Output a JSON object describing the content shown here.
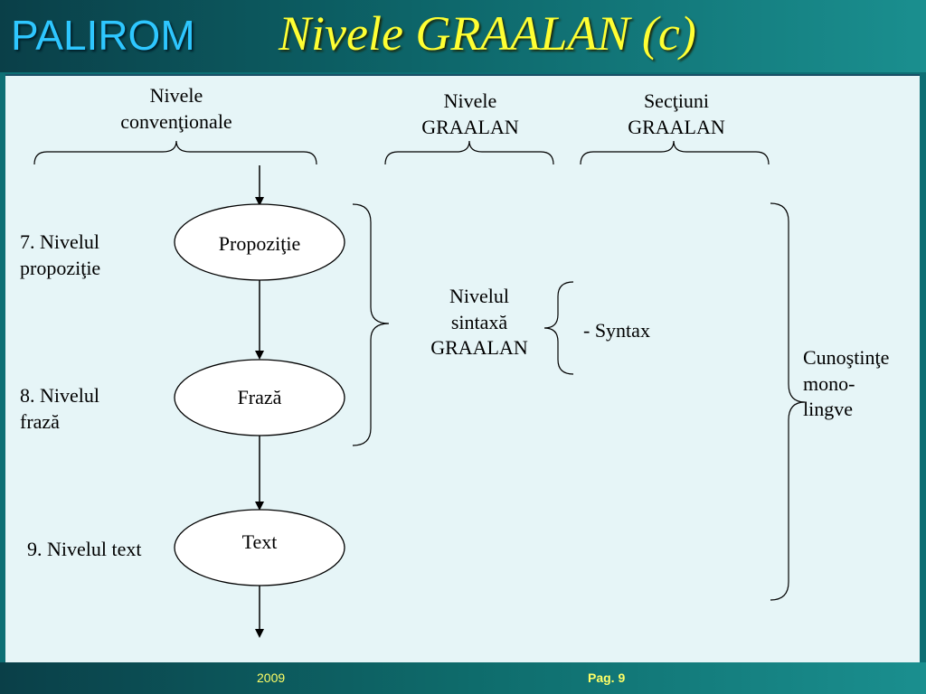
{
  "slide": {
    "brand": "PALIROM",
    "title": "Nivele GRAALAN (c)",
    "footer_year": "2009",
    "footer_page": "Pag. 9"
  },
  "headers": {
    "conventional": [
      "Nivele",
      "convenţionale"
    ],
    "graalan_levels": [
      "Nivele",
      "GRAALAN"
    ],
    "graalan_sections": [
      "Secţiuni",
      "GRAALAN"
    ]
  },
  "levels": [
    {
      "label_lines": [
        "7. Nivelul",
        "propoziţie"
      ],
      "node": "Propoziţie"
    },
    {
      "label_lines": [
        "8. Nivelul",
        "frază"
      ],
      "node": "Frază"
    },
    {
      "label_lines": [
        "9. Nivelul text"
      ],
      "node": "Text"
    }
  ],
  "graalan_level": [
    "Nivelul",
    "sintaxă",
    "GRAALAN"
  ],
  "section": "- Syntax",
  "knowledge": [
    "Cunoştinţe",
    "mono-",
    "lingve"
  ]
}
